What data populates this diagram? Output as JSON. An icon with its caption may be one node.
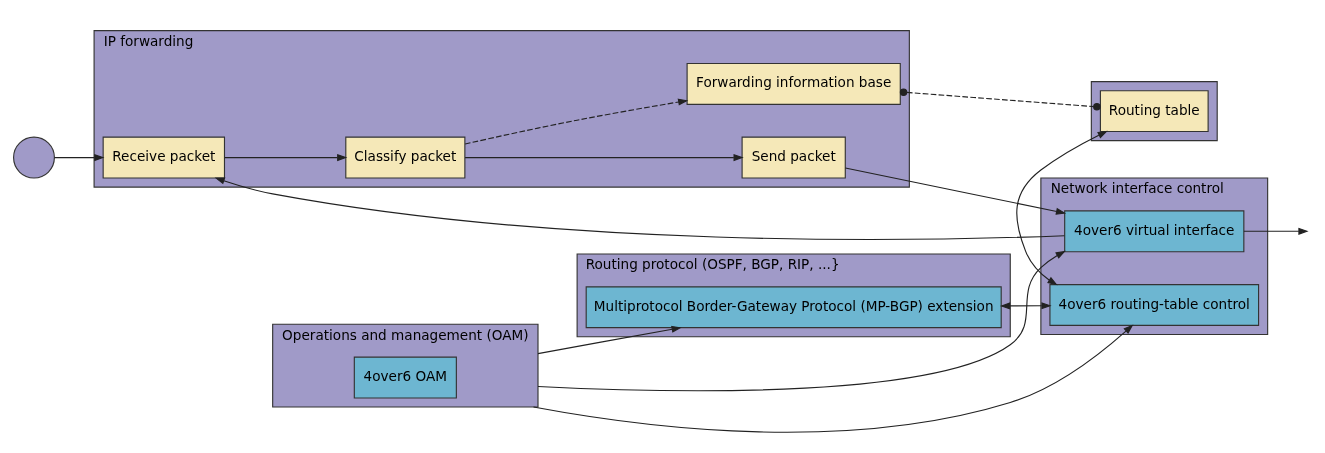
{
  "diagram": {
    "nodes": [
      {
        "text": [
          "Routing protocol (OSPF, BGP, RIP, ...}"
        ]
      },
      {
        "text": [
          "Multiprotocol Border-Gateway Protocol (MP-BGP) extension"
        ],
        "in": 0
      },
      {
        "text": [
          "IP forwarding"
        ]
      },
      {
        "text": [
          "Forwarding information base"
        ],
        "in": 2
      },
      {
        "text": [
          "Receive packet"
        ],
        "in": 2
      },
      {
        "text": [
          "Classify packet"
        ],
        "in": 2
      },
      {
        "text": [
          "Send packet"
        ],
        "in": 2
      },
      {
        "text": [],
        "shape": "circle"
      },
      {
        "text": [],
        "shape": "box"
      },
      {
        "text": [
          "Routing table"
        ],
        "in": 8
      },
      {
        "text": [
          "Network interface control"
        ]
      },
      {
        "text": [
          "4over6 virtual interface"
        ],
        "in": 10
      },
      {
        "text": [
          "4over6 routing-table control"
        ],
        "in": 10
      },
      {
        "text": [
          "Operations and management (OAM)"
        ]
      },
      {
        "text": [
          "4over6 OAM"
        ],
        "in": 13
      }
    ],
    "edges": [
      {
        "from": 7,
        "to": 4,
        "arrow": "to"
      },
      {
        "from": 4,
        "to": 5,
        "arrow": "to"
      },
      {
        "from": 5,
        "to": 6,
        "arrow": "to"
      },
      {
        "from": 5,
        "to": 3,
        "arrow": "to",
        "style": "dashed"
      },
      {
        "from": 3,
        "to": 9,
        "arrow": "other",
        "style": "dashed"
      },
      {
        "from": 6,
        "to": 11,
        "arrow": "to"
      },
      {
        "from": 11,
        "to": 4,
        "arrow": "to"
      },
      {
        "from": 11,
        "to": null,
        "arrow": "to"
      },
      {
        "from": 1,
        "to": 12,
        "arrow": "both"
      },
      {
        "from": 9,
        "to": 12,
        "arrow": "both"
      },
      {
        "from": 13,
        "to": 1,
        "arrow": "to"
      },
      {
        "from": 13,
        "to": 12,
        "arrow": "to"
      },
      {
        "from": 13,
        "to": 11,
        "arrow": "to"
      }
    ]
  }
}
